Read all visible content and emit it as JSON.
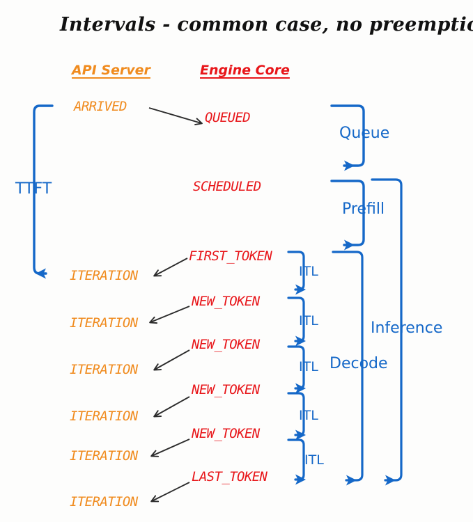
{
  "diagram": {
    "title": "Intervals - common case, no preemptions",
    "background_color": "#fdfdfc",
    "colors": {
      "api_server": "#f08b1e",
      "engine_core": "#e8161a",
      "interval": "#1568c8",
      "arrow": "#2b2b2b",
      "title": "#111111"
    }
  },
  "columns": [
    {
      "id": "api-server",
      "label": "API Server",
      "color": "#f08b1e"
    },
    {
      "id": "engine-core",
      "label": "Engine Core",
      "color": "#e8161a"
    }
  ],
  "api_events": [
    {
      "label": "ARRIVED",
      "row": 0
    },
    {
      "label": "ITERATION",
      "row": 1
    },
    {
      "label": "ITERATION",
      "row": 2
    },
    {
      "label": "ITERATION",
      "row": 3
    },
    {
      "label": "ITERATION",
      "row": 4
    },
    {
      "label": "ITERATION",
      "row": 5
    },
    {
      "label": "ITERATION",
      "row": 6
    }
  ],
  "engine_events": [
    {
      "label": "QUEUED",
      "row": 0
    },
    {
      "label": "SCHEDULED",
      "row": 1
    },
    {
      "label": "FIRST_TOKEN",
      "row": 2
    },
    {
      "label": "NEW_TOKEN",
      "row": 3
    },
    {
      "label": "NEW_TOKEN",
      "row": 4
    },
    {
      "label": "NEW_TOKEN",
      "row": 5
    },
    {
      "label": "NEW_TOKEN",
      "row": 6
    },
    {
      "label": "LAST_TOKEN",
      "row": 7
    }
  ],
  "intervals": {
    "ttft": "TTFT",
    "queue": "Queue",
    "prefill": "Prefill",
    "decode": "Decode",
    "inference": "Inference",
    "itl": [
      "ITL",
      "ITL",
      "ITL",
      "ITL",
      "ITL"
    ]
  }
}
